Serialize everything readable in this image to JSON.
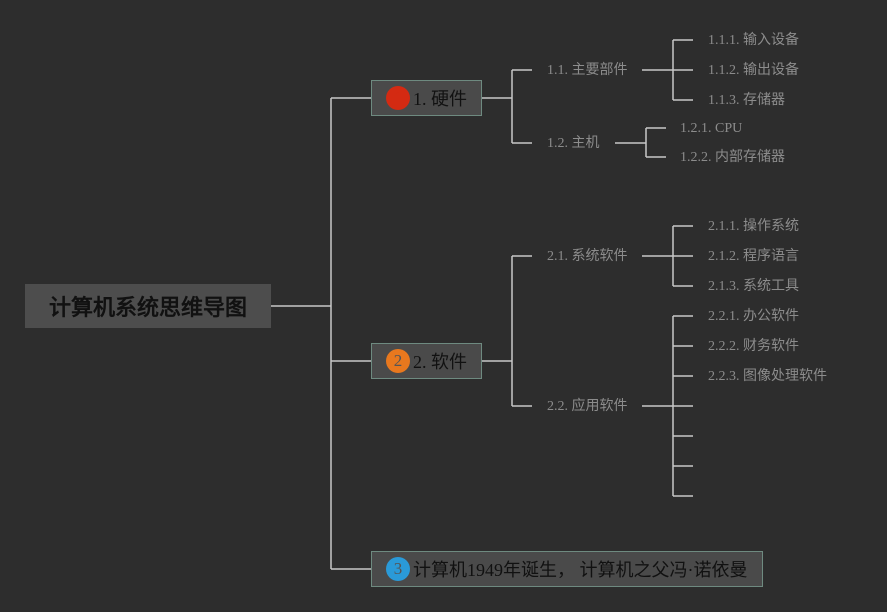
{
  "root": {
    "label": "计算机系统思维导图"
  },
  "branches": [
    {
      "label": "1. 硬件",
      "badge": "1",
      "badge_color": "#d42a12"
    },
    {
      "label": "2. 软件",
      "badge": "2",
      "badge_color": "#e8781e"
    },
    {
      "label": "计算机1949年诞生， 计算机之父冯·诺依曼",
      "badge": "3",
      "badge_color": "#2a9ad8"
    }
  ],
  "subtopics": {
    "hw_main_parts": "1.1. 主要部件",
    "hw_host": "1.2. 主机",
    "sw_system": "2.1. 系统软件",
    "sw_app": "2.2. 应用软件"
  },
  "leaves": {
    "input": "1.1.1. 输入设备",
    "output": "1.1.2. 输出设备",
    "storage": "1.1.3. 存储器",
    "cpu": "1.2.1. CPU",
    "internal_storage": "1.2.2. 内部存储器",
    "os": "2.1.1. 操作系统",
    "prog_lang": "2.1.2. 程序语言",
    "sys_tools": "2.1.3. 系统工具",
    "office": "2.2.1. 办公软件",
    "finance": "2.2.2. 财务软件",
    "image": "2.2.3. 图像处理软件"
  }
}
